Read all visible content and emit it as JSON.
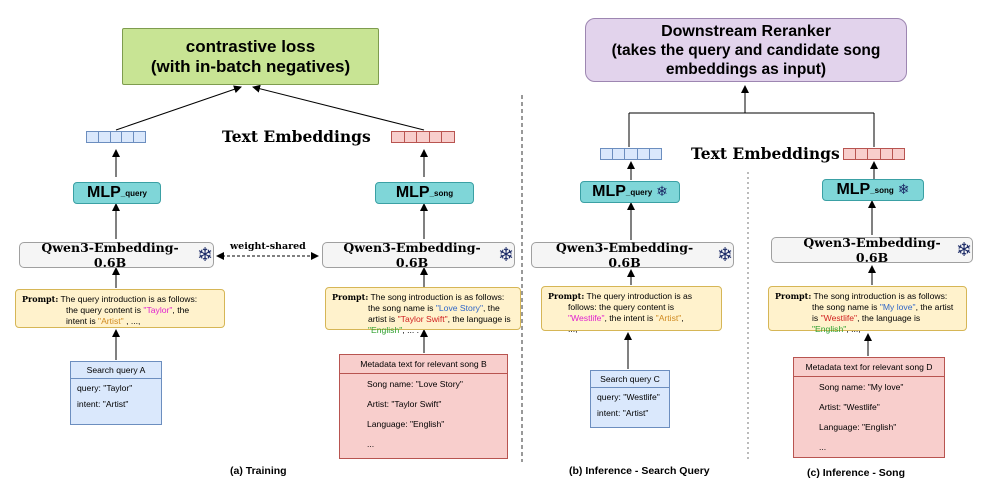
{
  "loss": {
    "line1": "contrastive loss",
    "line2": "(with in-batch negatives)"
  },
  "reranker": {
    "line1": "Downstream Reranker",
    "line2": "(takes the query and candidate song",
    "line3": "embeddings as input)"
  },
  "text_embeddings_label": "Text Embeddings",
  "mlp": {
    "base": "MLP",
    "query_sub": "_query",
    "song_sub": "_song"
  },
  "encoder_label": "Qwen3-Embedding-0.6B",
  "weight_shared": "weight-shared",
  "prompt_label": "Prompt",
  "training": {
    "caption": "(a) Training",
    "query_prompt": {
      "p1": "The query introduction is as follows:",
      "p2": "the query content is ",
      "v1": "\"Taylor\"",
      "p3": ", the",
      "p4": "intent is ",
      "v2": "\"Artist\"",
      "p5": " , ...,"
    },
    "song_prompt": {
      "p1": "The song introduction is as follows:",
      "p2": "the song name is ",
      "v1": "\"Love Story\"",
      "p3": ", the",
      "p4": "artist is ",
      "v2": "\"Taylor Swift\"",
      "p5": ", the language is",
      "v3": "\"English\"",
      "p6": ", ... ."
    },
    "query_box": {
      "header": "Search query A",
      "row1": "query: \"Taylor\"",
      "row2": "intent: \"Artist\""
    },
    "meta_box": {
      "header": "Metadata text for relevant song B",
      "row1": "Song name: \"Love Story\"",
      "row2": "Artist: \"Taylor Swift\"",
      "row3": "Language: \"English\"",
      "row4": "..."
    }
  },
  "inference_query": {
    "caption": "(b) Inference - Search Query",
    "prompt": {
      "p1": "The query introduction is as",
      "p2": "follows: the query content is",
      "v1": "\"Westlife\"",
      "p3": ", the intent is ",
      "v2": "\"Artist\"",
      "p4": ",",
      "p5": "...,"
    },
    "query_box": {
      "header": "Search query C",
      "row1": "query: \"Westlife\"",
      "row2": "intent: \"Artist\""
    }
  },
  "inference_song": {
    "caption": "(c) Inference - Song",
    "prompt": {
      "p1": "The song introduction is as follows:",
      "p2": "the song name is ",
      "v1": "\"My love\"",
      "p3": ", the artist",
      "p4": "is ",
      "v2": "\"Westlife\"",
      "p5": ", the language is",
      "v3": "\"English\"",
      "p6": ", ..., "
    },
    "meta_box": {
      "header": "Metadata text for  relevant song D",
      "row1": "Song name: \"My love\"",
      "row2": "Artist: \"Westlife\"",
      "row3": "Language: \"English\"",
      "row4": "..."
    }
  },
  "icons": {
    "frozen": "snowflake-icon"
  },
  "colors": {
    "loss": "#c8e494",
    "reranker": "#e2d3ec",
    "mlp": "#7fd6d8",
    "query_emb": "#dae8fc",
    "song_emb": "#f8cecc",
    "prompt": "#fff2cc"
  }
}
